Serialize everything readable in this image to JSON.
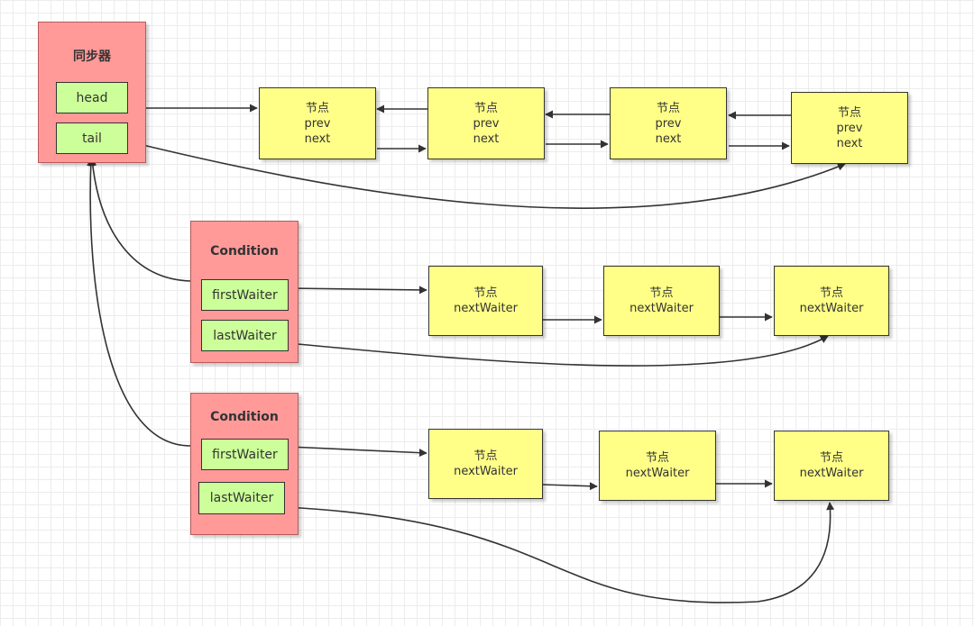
{
  "synchronizer": {
    "title": "同步器",
    "head_label": "head",
    "tail_label": "tail"
  },
  "sync_queue": {
    "nodes": [
      {
        "title": "节点",
        "prev": "prev",
        "next": "next"
      },
      {
        "title": "节点",
        "prev": "prev",
        "next": "next"
      },
      {
        "title": "节点",
        "prev": "prev",
        "next": "next"
      },
      {
        "title": "节点",
        "prev": "prev",
        "next": "next"
      }
    ]
  },
  "conditions": [
    {
      "title": "Condition",
      "first_label": "firstWaiter",
      "last_label": "lastWaiter",
      "nodes": [
        {
          "title": "节点",
          "field": "nextWaiter"
        },
        {
          "title": "节点",
          "field": "nextWaiter"
        },
        {
          "title": "节点",
          "field": "nextWaiter"
        }
      ]
    },
    {
      "title": "Condition",
      "first_label": "firstWaiter",
      "last_label": "lastWaiter",
      "nodes": [
        {
          "title": "节点",
          "field": "nextWaiter"
        },
        {
          "title": "节点",
          "field": "nextWaiter"
        },
        {
          "title": "节点",
          "field": "nextWaiter"
        }
      ]
    }
  ],
  "colors": {
    "container_fill": "#ff9a99",
    "field_fill": "#ccff99",
    "node_fill": "#ffff88",
    "arrow": "#333333"
  }
}
